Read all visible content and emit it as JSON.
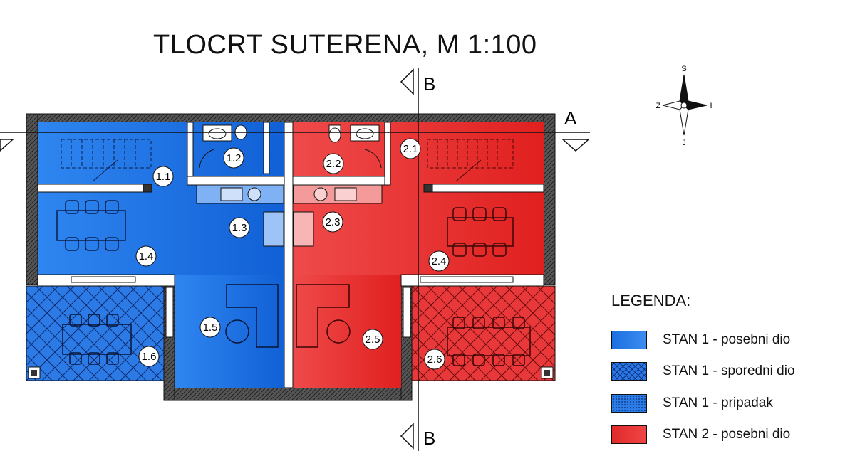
{
  "title": "TLOCRT SUTERENA, M 1:100",
  "sections": {
    "a": "A",
    "b_top": "B",
    "b_bottom": "B"
  },
  "compass": {
    "north": "S",
    "south": "J",
    "west": "Z",
    "east": "I"
  },
  "rooms": [
    {
      "id": "r11",
      "label": "1.1"
    },
    {
      "id": "r12",
      "label": "1.2"
    },
    {
      "id": "r13",
      "label": "1.3"
    },
    {
      "id": "r14",
      "label": "1.4"
    },
    {
      "id": "r15",
      "label": "1.5"
    },
    {
      "id": "r16",
      "label": "1.6"
    },
    {
      "id": "r21",
      "label": "2.1"
    },
    {
      "id": "r22",
      "label": "2.2"
    },
    {
      "id": "r23",
      "label": "2.3"
    },
    {
      "id": "r24",
      "label": "2.4"
    },
    {
      "id": "r25",
      "label": "2.5"
    },
    {
      "id": "r26",
      "label": "2.6"
    }
  ],
  "legend": {
    "title": "LEGENDA:",
    "items": [
      {
        "label": "STAN 1 - posebni dio",
        "color": "#2a78e6"
      },
      {
        "label": "STAN 1 - sporedni dio",
        "color": "#2a78e6"
      },
      {
        "label": "STAN 1 - pripadak",
        "color": "#2c7ce8"
      },
      {
        "label": "STAN 2 - posebni dio",
        "color": "#e63232"
      }
    ]
  },
  "colors": {
    "stan1": "#1e6fe0",
    "stan2": "#e8302f",
    "wall": "#444444"
  }
}
